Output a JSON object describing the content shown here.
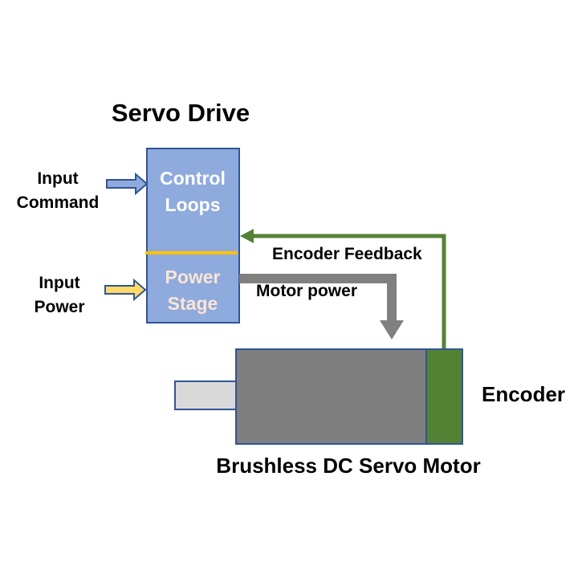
{
  "title": "Servo Drive",
  "input_command": {
    "line1": "Input",
    "line2": "Command"
  },
  "input_power": {
    "line1": "Input",
    "line2": "Power"
  },
  "control_loops": {
    "line1": "Control",
    "line2": "Loops"
  },
  "power_stage": {
    "line1": "Power",
    "line2": "Stage"
  },
  "encoder_feedback_label": "Encoder Feedback",
  "motor_power_label": "Motor power",
  "encoder_label": "Encoder",
  "motor_label": "Brushless DC Servo Motor",
  "colors": {
    "drive_fill": "#8faadc",
    "drive_border": "#2f5597",
    "control_text": "#ffffff",
    "power_text": "#fbe5d6",
    "divider": "#ffc000",
    "command_arrow": "#8faadc",
    "power_arrow": "#ffd966",
    "motor_body": "#7f7f7f",
    "shaft": "#d9d9d9",
    "encoder": "#548235",
    "motor_power_arrow": "#808080"
  }
}
